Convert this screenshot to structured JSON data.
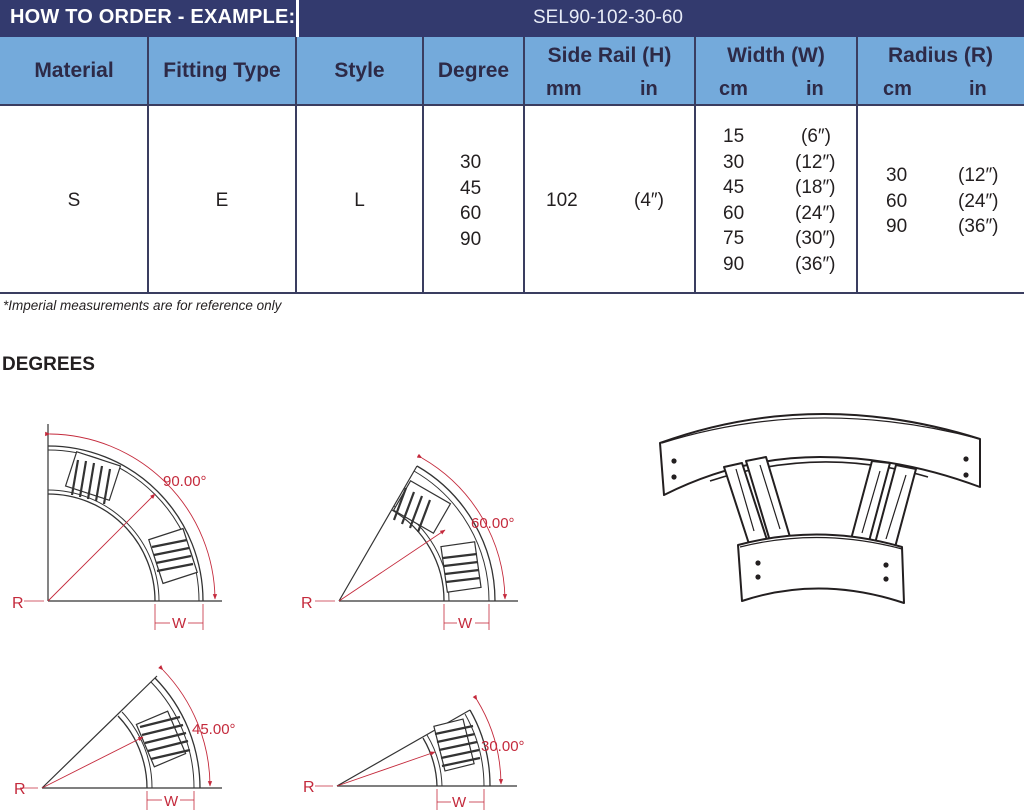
{
  "header": {
    "title": "HOW TO ORDER - EXAMPLE:",
    "example_code": "SEL90-102-30-60"
  },
  "table": {
    "columns": {
      "material": "Material",
      "fitting_type": "Fitting Type",
      "style": "Style",
      "degree": "Degree",
      "side_rail": {
        "label": "Side Rail (H)",
        "sub_mm": "mm",
        "sub_in": "in"
      },
      "width": {
        "label": "Width (W)",
        "sub_cm": "cm",
        "sub_in": "in"
      },
      "radius": {
        "label": "Radius (R)",
        "sub_cm": "cm",
        "sub_in": "in"
      }
    },
    "values": {
      "material": "S",
      "fitting_type": "E",
      "style": "L",
      "degrees": [
        "30",
        "45",
        "60",
        "90"
      ],
      "side_rail_mm": "102",
      "side_rail_in": "(4″)",
      "width_cm": [
        "15",
        "30",
        "45",
        "60",
        "75",
        "90"
      ],
      "width_in": [
        "(6″)",
        "(12″)",
        "(18″)",
        "(24″)",
        "(30″)",
        "(36″)"
      ],
      "radius_cm": [
        "30",
        "60",
        "90"
      ],
      "radius_in": [
        "(12″)",
        "(24″)",
        "(36″)"
      ]
    }
  },
  "footnote": "*Imperial measurements are for reference only",
  "degrees_section": {
    "title": "DEGREES",
    "diagrams": [
      {
        "angle_label": "90.00°",
        "radius_label": "R",
        "width_label": "W"
      },
      {
        "angle_label": "60.00°",
        "radius_label": "R",
        "width_label": "W"
      },
      {
        "angle_label": "45.00°",
        "radius_label": "R",
        "width_label": "W"
      },
      {
        "angle_label": "30.00°",
        "radius_label": "R",
        "width_label": "W"
      }
    ]
  },
  "colors": {
    "title_bar": "#333a6e",
    "header_row": "#74aadb",
    "grid_lines": "#3a3d60",
    "dimension_red": "#c42a3c"
  }
}
